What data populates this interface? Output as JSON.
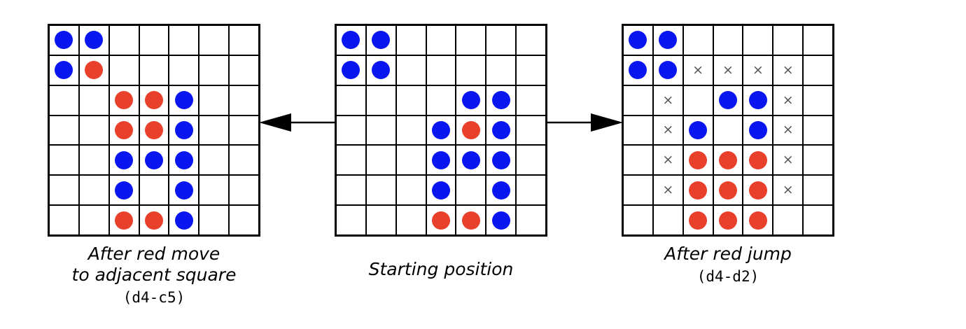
{
  "colors": {
    "red": "#e8402a",
    "blue": "#0a16f0",
    "mark": "#555555",
    "grid": "#000000"
  },
  "boards": {
    "left": {
      "rows": [
        "BB.....",
        "BR.....",
        "..RRB..",
        "..RRB..",
        "..BBB..",
        "..B.B..",
        "..RRB.."
      ]
    },
    "mid": {
      "rows": [
        "BB.....",
        "BB.....",
        "....BB.",
        "...BRB.",
        "...BBB.",
        "...B.B.",
        "...RRB."
      ]
    },
    "right": {
      "rows": [
        "BB.....",
        "BBxxxx.",
        ".x.BBx.",
        ".xB.Bx.",
        ".xRRRx.",
        ".xRRRx.",
        "..RRR.."
      ]
    }
  },
  "captions": {
    "left_line1": "After red move",
    "left_line2": "to adjacent square",
    "left_code": "(d4-c5)",
    "mid": "Starting position",
    "right_line1": "After red jump",
    "right_code": "(d4-d2)"
  },
  "mark_symbol": "×"
}
